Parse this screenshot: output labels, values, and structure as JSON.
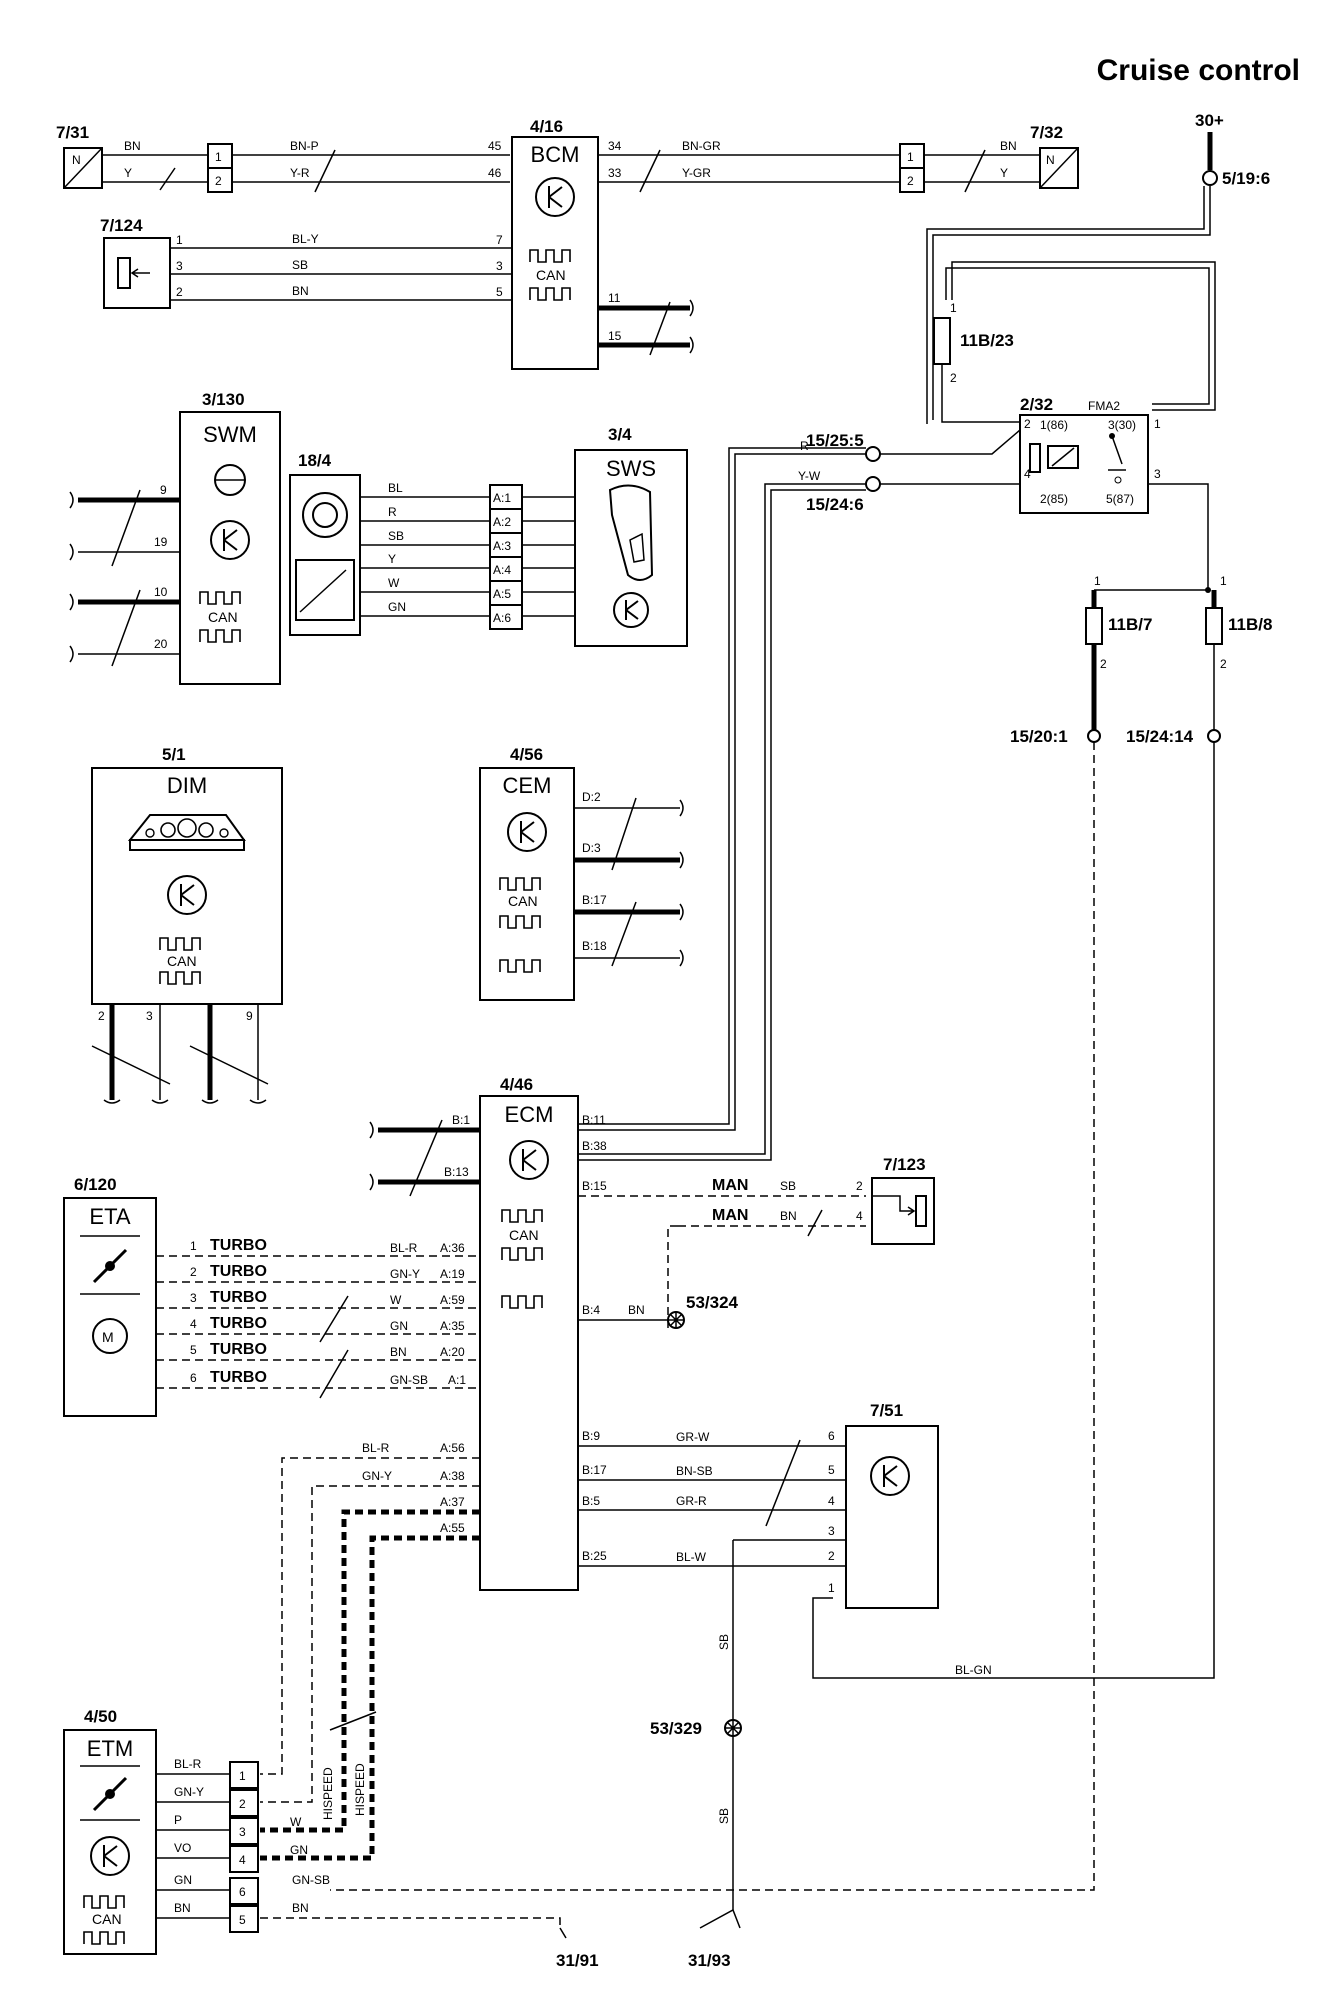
{
  "title": "Cruise control",
  "refs": {
    "r7_31": "7/31",
    "r7_32": "7/32",
    "r4_16": "4/16",
    "r7_124": "7/124",
    "r30": "30+",
    "r5_19_6": "5/19:6",
    "r11b23": "11B/23",
    "r2_32": "2/32",
    "r3_130": "3/130",
    "r18_4": "18/4",
    "r3_4": "3/4",
    "r15_25_5": "15/25:5",
    "r15_24_6": "15/24:6",
    "r11b7": "11B/7",
    "r11b8": "11B/8",
    "r15_20_1": "15/20:1",
    "r15_24_14": "15/24:14",
    "r5_1": "5/1",
    "r4_56": "4/56",
    "r4_46": "4/46",
    "r6_120": "6/120",
    "r7_123": "7/123",
    "r53_324": "53/324",
    "r7_51": "7/51",
    "r53_329": "53/329",
    "r4_50": "4/50",
    "r31_91": "31/91",
    "r31_93": "31/93"
  },
  "modules": {
    "bcm": "BCM",
    "swm": "SWM",
    "sws": "SWS",
    "dim": "DIM",
    "cem": "CEM",
    "ecm": "ECM",
    "eta": "ETA",
    "etm": "ETM",
    "fma2": "FMA2",
    "can": "CAN"
  },
  "wires": {
    "bn": "BN",
    "y": "Y",
    "bnp": "BN-P",
    "yr": "Y-R",
    "bngr": "BN-GR",
    "ygr": "Y-GR",
    "bly": "BL-Y",
    "sb": "SB",
    "bl": "BL",
    "r": "R",
    "w": "W",
    "gn": "GN",
    "yw": "Y-W",
    "blr": "BL-R",
    "gny": "GN-Y",
    "gnsb": "GN-SB",
    "grw": "GR-W",
    "bnsb": "BN-SB",
    "grr": "GR-R",
    "blw": "BL-W",
    "blgn": "BL-GN",
    "p": "P",
    "vo": "VO"
  },
  "pins": {
    "p1": "1",
    "p2": "2",
    "p3": "3",
    "p4": "4",
    "p5": "5",
    "p6": "6",
    "p7": "7",
    "p9": "9",
    "p10": "10",
    "p11": "11",
    "p15": "15",
    "p19": "19",
    "p20": "20",
    "p33": "33",
    "p34": "34",
    "p45": "45",
    "p46": "46",
    "a1": "A:1",
    "a2": "A:2",
    "a3": "A:3",
    "a4": "A:4",
    "a5": "A:5",
    "a6": "A:6",
    "d2": "D:2",
    "d3": "D:3",
    "b17": "B:17",
    "b18": "B:18",
    "b1": "B:1",
    "b13": "B:13",
    "b11": "B:11",
    "b38": "B:38",
    "b15": "B:15",
    "b4": "B:4",
    "b9": "B:9",
    "b5": "B:5",
    "b25": "B:25",
    "a36": "A:36",
    "a19": "A:19",
    "a59": "A:59",
    "a35": "A:35",
    "a20": "A:20",
    "a1e": "A:1",
    "a56": "A:56",
    "a38": "A:38",
    "a37": "A:37",
    "a55": "A:55",
    "r1_86": "1(86)",
    "r3_30": "3(30)",
    "r2_85": "2(85)",
    "r5_87": "5(87)"
  },
  "labels": {
    "turbo": "TURBO",
    "man": "MAN",
    "hispeed": "HISPEED"
  }
}
